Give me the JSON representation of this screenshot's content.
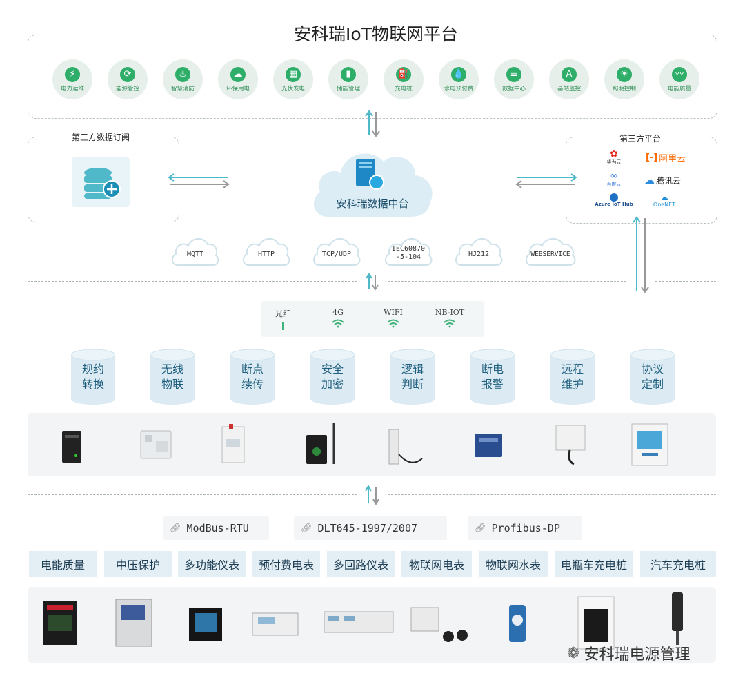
{
  "title": "安科瑞IoT物联网平台",
  "apps": [
    {
      "label": "电力运维",
      "icon": "power-maintenance-icon"
    },
    {
      "label": "能源管控",
      "icon": "energy-control-icon"
    },
    {
      "label": "智慧消防",
      "icon": "fire-icon"
    },
    {
      "label": "环保用电",
      "icon": "eco-icon"
    },
    {
      "label": "光伏发电",
      "icon": "solar-icon"
    },
    {
      "label": "储能管理",
      "icon": "battery-icon"
    },
    {
      "label": "充电桩",
      "icon": "charger-icon"
    },
    {
      "label": "水电预付费",
      "icon": "prepaid-icon"
    },
    {
      "label": "数据中心",
      "icon": "database-icon"
    },
    {
      "label": "基站监控",
      "icon": "antenna-icon"
    },
    {
      "label": "照明控制",
      "icon": "lighting-icon"
    },
    {
      "label": "电能质量",
      "icon": "power-quality-icon"
    }
  ],
  "left_panel": {
    "title": "第三方数据订阅"
  },
  "right_panel": {
    "title": "第三方平台",
    "platforms": [
      {
        "label": "华为云",
        "icon": "huawei-cloud-icon"
      },
      {
        "label": "阿里云",
        "icon": "aliyun-icon"
      },
      {
        "label": "百度云",
        "icon": "baidu-cloud-icon"
      },
      {
        "label": "腾讯云",
        "icon": "tencent-cloud-icon"
      },
      {
        "label": "Azure IoT Hub",
        "icon": "azure-icon"
      },
      {
        "label": "OneNET",
        "icon": "onenet-icon"
      }
    ]
  },
  "center": {
    "label": "安科瑞数据中台"
  },
  "protocols_top": [
    "MQTT",
    "HTTP",
    "TCP/UDP",
    "IEC60870\n-5-104",
    "HJ212",
    "WEBSERVICE"
  ],
  "network": [
    "光纤",
    "4G",
    "WIFI",
    "NB-IOT"
  ],
  "gateway_functions": [
    {
      "line1": "规约",
      "line2": "转换"
    },
    {
      "line1": "无线",
      "line2": "物联"
    },
    {
      "line1": "断点",
      "line2": "续传"
    },
    {
      "line1": "安全",
      "line2": "加密"
    },
    {
      "line1": "逻辑",
      "line2": "判断"
    },
    {
      "line1": "断电",
      "line2": "报警"
    },
    {
      "line1": "远程",
      "line2": "维护"
    },
    {
      "line1": "协议",
      "line2": "定制"
    }
  ],
  "protocols_bottom": [
    "ModBus-RTU",
    "DLT645-1997/2007",
    "Profibus-DP"
  ],
  "device_categories": [
    "电能质量",
    "中压保护",
    "多功能仪表",
    "预付费电表",
    "多回路仪表",
    "物联网电表",
    "物联网水表",
    "电瓶车充电桩",
    "汽车充电桩"
  ],
  "watermark": "安科瑞电源管理",
  "colors": {
    "green": "#2fae6a",
    "teal": "#4fb9c9",
    "tag_bg": "#e3eef5",
    "cyl": "#dcebf3"
  }
}
